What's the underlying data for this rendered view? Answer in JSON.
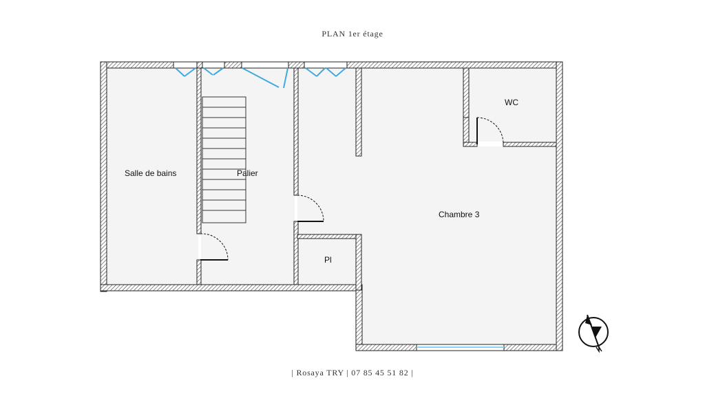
{
  "title": "PLAN 1er étage",
  "footer": "| Rosaya TRY | 07 85 45 51 82 |",
  "rooms": {
    "salle_de_bains": "Salle de bains",
    "palier": "Palier",
    "pl": "Pl",
    "wc": "WC",
    "chambre3": "Chambre 3"
  },
  "colors": {
    "wall": "#ffffff",
    "wall_stroke": "#222222",
    "floor": "#f4f4f4",
    "door_leaf": "#3fa9e0",
    "window": "#8fd0f0"
  }
}
